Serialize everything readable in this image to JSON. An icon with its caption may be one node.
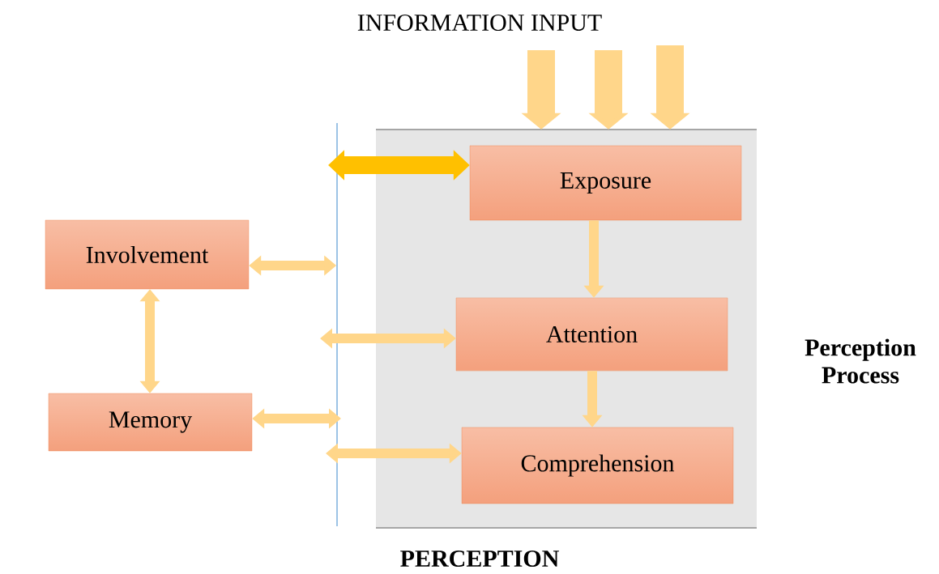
{
  "diagram": {
    "nodes": [
      {
        "text": [
          "PERCEPTION"
        ]
      },
      {
        "text": [
          "Exposure"
        ],
        "in": 0
      },
      {
        "text": [
          "Attention"
        ],
        "in": 0
      },
      {
        "text": [
          "Comprehension"
        ],
        "in": 0
      },
      {
        "text": [
          "Involvement"
        ]
      },
      {
        "text": [
          "Memory"
        ]
      },
      {
        "text": [],
        "shape": "bar"
      }
    ],
    "edges": [
      {
        "from": null,
        "to": 0,
        "arrow": "to",
        "style": "thick"
      },
      {
        "from": null,
        "to": 0,
        "arrow": "to",
        "style": "thick"
      },
      {
        "from": null,
        "to": 0,
        "arrow": "to",
        "style": "thick"
      },
      {
        "from": 1,
        "to": 2,
        "arrow": "to"
      },
      {
        "from": 2,
        "to": 3,
        "arrow": "to"
      },
      {
        "from": 6,
        "to": 1,
        "arrow": "both",
        "style": "thick",
        "color": "#ffc000"
      },
      {
        "from": 4,
        "to": 6,
        "arrow": "both"
      },
      {
        "from": 6,
        "to": 2,
        "arrow": "both"
      },
      {
        "from": 4,
        "to": 5,
        "arrow": "both"
      },
      {
        "from": 5,
        "to": 6,
        "arrow": "both"
      },
      {
        "from": 6,
        "to": 3,
        "arrow": "both"
      }
    ],
    "labels": [
      "INFORMATION INPUT",
      "Perception Process"
    ]
  }
}
